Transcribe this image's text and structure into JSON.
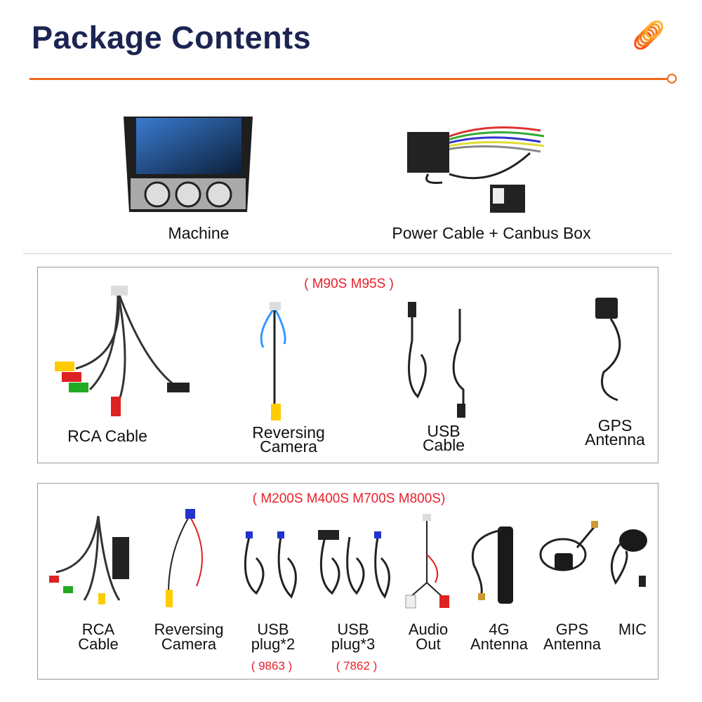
{
  "header": {
    "title": "Package Contents",
    "logo_icon": "orange-coil-logo",
    "accent": "#f06a1c",
    "title_color": "#1c2452"
  },
  "top_items": [
    {
      "label": "Machine"
    },
    {
      "label": "Power Cable + Canbus Box"
    }
  ],
  "section1": {
    "models": "( M90S M95S )",
    "items": [
      {
        "label": "RCA Cable"
      },
      {
        "label": "Reversing\nCamera"
      },
      {
        "label": "USB\nCable"
      },
      {
        "label": "GPS\nAntenna"
      }
    ]
  },
  "section2": {
    "models": "( M200S M400S M700S M800S)",
    "items": [
      {
        "label": "RCA\nCable"
      },
      {
        "label": "Reversing\nCamera"
      },
      {
        "label": "USB\nplug*2",
        "note": "( 9863 )"
      },
      {
        "label": "USB\nplug*3",
        "note": "( 7862 )"
      },
      {
        "label": "Audio\nOut"
      },
      {
        "label": "4G\nAntenna"
      },
      {
        "label": "GPS\nAntenna"
      },
      {
        "label": "MIC"
      }
    ]
  }
}
